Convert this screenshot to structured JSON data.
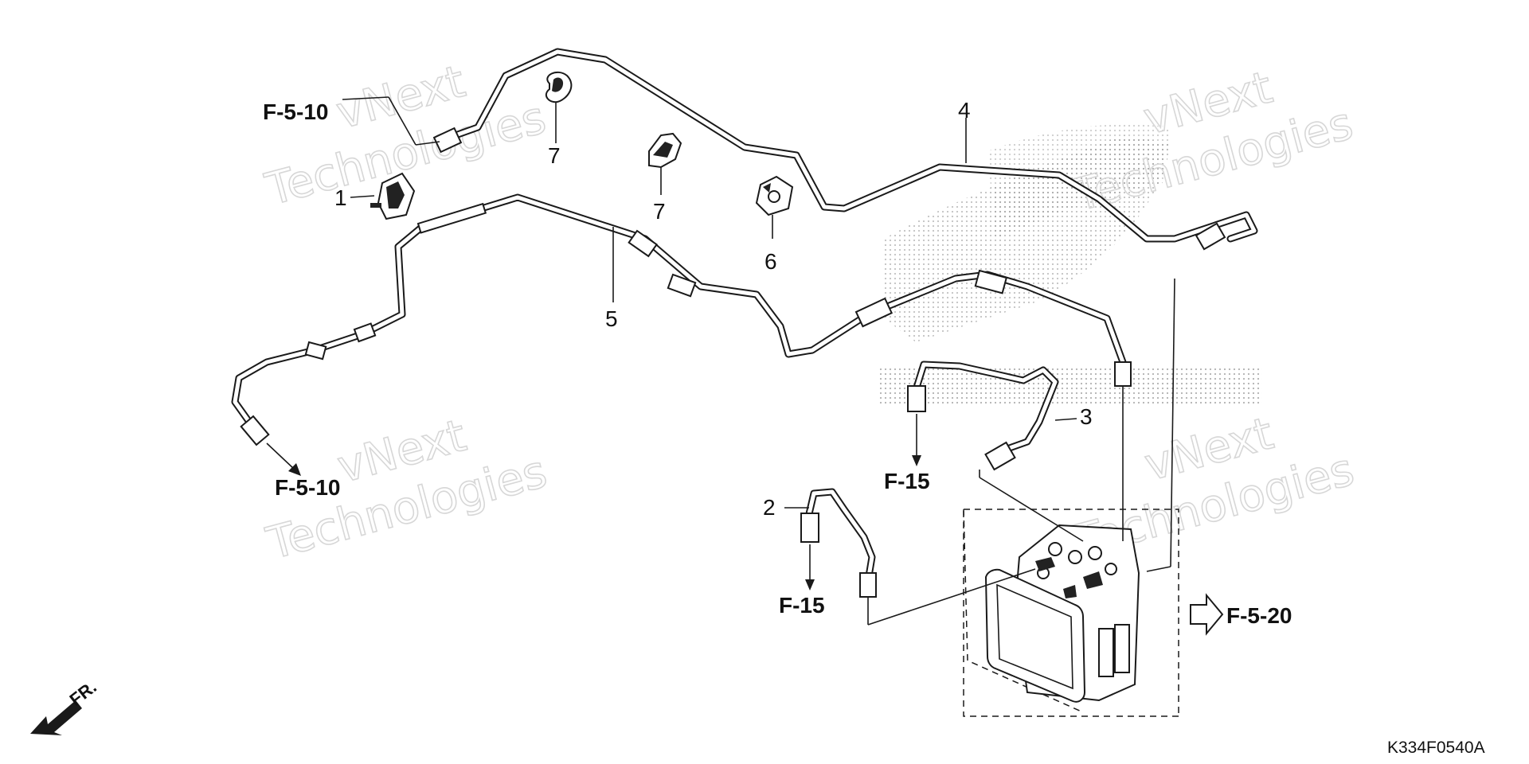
{
  "diagram": {
    "parts": [
      {
        "id": "part-1",
        "number": "1"
      },
      {
        "id": "part-2",
        "number": "2"
      },
      {
        "id": "part-3",
        "number": "3"
      },
      {
        "id": "part-4",
        "number": "4"
      },
      {
        "id": "part-5",
        "number": "5"
      },
      {
        "id": "part-6",
        "number": "6"
      },
      {
        "id": "part-7a",
        "number": "7"
      },
      {
        "id": "part-7b",
        "number": "7"
      }
    ],
    "references": {
      "top_left": "F-5-10",
      "bottom_left": "F-5-10",
      "mid_right": "F-15",
      "bottom_mid": "F-15",
      "abs_unit": "F-5-20"
    },
    "front_label": "FR.",
    "drawing_code": "K334F0540A",
    "watermark": {
      "line1": "vNext",
      "line2": "Technologies"
    },
    "colors": {
      "line": "#1a1a1a",
      "halftone": "#9a9a9a",
      "watermark": "#d7d7d7"
    }
  }
}
